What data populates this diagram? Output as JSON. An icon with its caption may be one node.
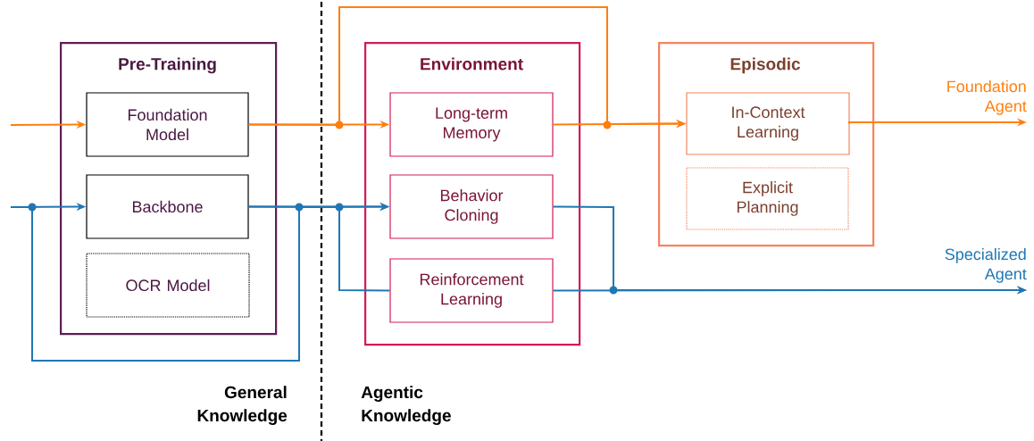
{
  "diagram": {
    "nodes": [
      {
        "text": [
          "Pre-Training"
        ]
      },
      {
        "text": [
          "Foundation Model"
        ],
        "in": 0
      },
      {
        "text": [
          "Backbone"
        ],
        "in": 0
      },
      {
        "text": [
          "OCR Model"
        ],
        "in": 0
      },
      {
        "text": [
          "Environment"
        ]
      },
      {
        "text": [
          "Long-term Memory"
        ],
        "in": 4
      },
      {
        "text": [
          "Behavior Cloning"
        ],
        "in": 4
      },
      {
        "text": [
          "Reinforcement Learning"
        ],
        "in": 4
      },
      {
        "text": [
          "Episodic"
        ]
      },
      {
        "text": [
          "In-Context Learning"
        ],
        "in": 8
      },
      {
        "text": [
          "Explicit Planning"
        ],
        "in": 8
      },
      {
        "text": [
          "Foundation Agent"
        ]
      },
      {
        "text": [
          "Specialized Agent"
        ]
      }
    ],
    "edges": [
      {
        "from": null,
        "to": 1,
        "arrow": "to",
        "color": "#ff7f0e"
      },
      {
        "from": 1,
        "to": 5,
        "arrow": "to",
        "color": "#ff7f0e"
      },
      {
        "from": 1,
        "to": 9,
        "arrow": "to",
        "color": "#ff7f0e"
      },
      {
        "from": 5,
        "to": 9,
        "arrow": "to",
        "color": "#ff7f0e"
      },
      {
        "from": 9,
        "to": 11,
        "arrow": "to",
        "color": "#ff7f0e"
      },
      {
        "from": null,
        "to": 2,
        "arrow": "to"
      },
      {
        "from": 2,
        "to": 6,
        "arrow": "to"
      },
      {
        "from": 2,
        "to": 7,
        "arrow": "none"
      },
      {
        "from": null,
        "to": 6,
        "arrow": "to"
      },
      {
        "from": 6,
        "to": 12,
        "arrow": "to"
      },
      {
        "from": 7,
        "to": 12,
        "arrow": "to"
      }
    ],
    "labels": [
      "General Knowledge",
      "Agentic Knowledge"
    ]
  }
}
